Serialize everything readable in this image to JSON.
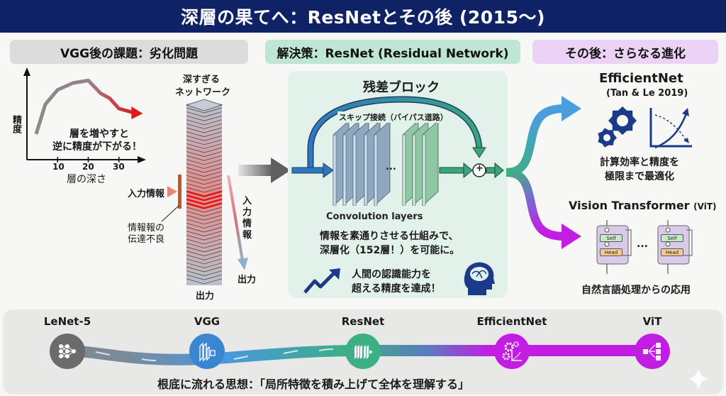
{
  "title": "深層の果てへ：ResNetとその後 (2015〜)",
  "sections": {
    "problem": "VGG後の課題：劣化問題",
    "solution": "解決策：ResNet (Residual Network)",
    "after": "その後：さらなる進化"
  },
  "degradation_chart": {
    "ylabel": "精度",
    "xlabel": "層の深さ",
    "x_ticks": [
      "10",
      "20",
      "30"
    ],
    "annotation_line1": "層を増やすと",
    "annotation_line2": "逆に精度が下がる！",
    "curve": [
      [
        3,
        0.3
      ],
      [
        6,
        0.65
      ],
      [
        10,
        0.82
      ],
      [
        15,
        0.9
      ],
      [
        20,
        0.93
      ],
      [
        24,
        0.78
      ],
      [
        27,
        0.72
      ],
      [
        30,
        0.6
      ],
      [
        35,
        0.55
      ]
    ]
  },
  "deep_network": {
    "label_line1": "深すぎる",
    "label_line2": "ネットワーク",
    "input_label": "入力情報",
    "blocked_label_line1": "情報報の",
    "blocked_label_line2": "伝達不良",
    "side_input_chars": [
      "入",
      "力",
      "情",
      "報"
    ],
    "side_output": "出力",
    "bottom_output": "出力"
  },
  "residual_block": {
    "title": "残差ブロック",
    "skip_label": "スキップ接続（バイパス道路）",
    "ellipsis": "...",
    "plus": "+",
    "layers_label": "Convolution layers",
    "desc_line1": "情報を素通りさせる仕組みで、",
    "desc_line2": "深層化（152層！）を可能に。",
    "achievement_line1": "人間の認識能力を",
    "achievement_line2": "超える精度を達成！"
  },
  "efficientnet": {
    "name": "EfficientNet",
    "citation": "(Tan & Le 2019)",
    "desc_line1": "計算効率と精度を",
    "desc_line2": "極限まで最適化"
  },
  "vit": {
    "name": "Vision Transformer",
    "abbr": "(ViT)",
    "self_label": "Self",
    "head_label": "Head",
    "ellipsis": "...",
    "desc": "自然言語処理からの応用"
  },
  "timeline": {
    "nodes": [
      {
        "label": "LeNet-5",
        "color": "#6b6b6b"
      },
      {
        "label": "VGG",
        "color": "#3a86d0"
      },
      {
        "label": "ResNet",
        "color": "#3daf84"
      },
      {
        "label": "EfficientNet",
        "color": "#c21ee3"
      },
      {
        "label": "ViT",
        "color": "#c21ee3"
      }
    ],
    "motto": "根底に流れる思想：「局所特徴を積み上げて全体を理解する」"
  },
  "colors": {
    "title_bg": "#0f2266",
    "navy": "#1c3a8a",
    "red": "#e02020",
    "green": "#3daf84",
    "purple": "#c21ee3"
  }
}
